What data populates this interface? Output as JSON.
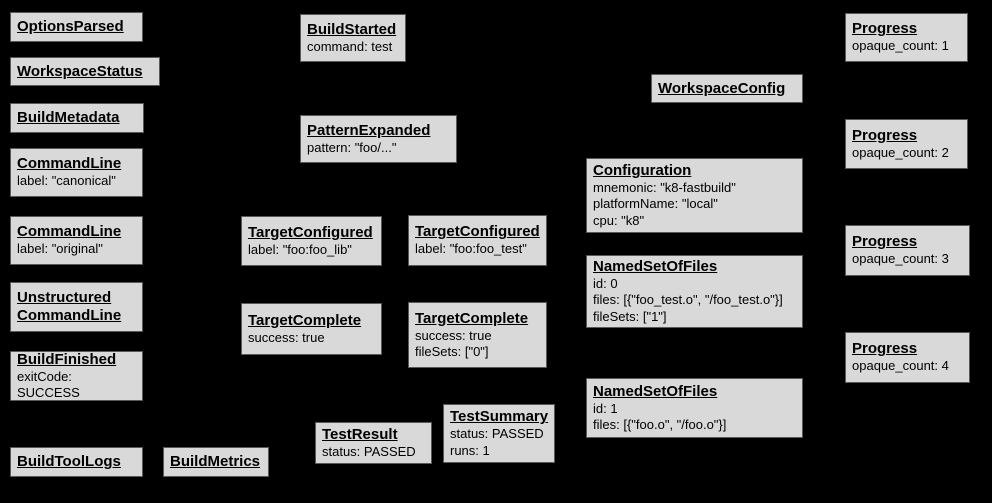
{
  "diagram": {
    "background_color": "#000000",
    "box_fill_color": "#d9d9d9",
    "box_border_color": "#595959",
    "text_color": "#000000"
  },
  "nodes": [
    {
      "title": "OptionsParsed",
      "body": ""
    },
    {
      "title": "WorkspaceStatus",
      "body": ""
    },
    {
      "title": "BuildMetadata",
      "body": ""
    },
    {
      "title": "CommandLine",
      "body": "label: \"canonical\""
    },
    {
      "title": "CommandLine",
      "body": "label: \"original\""
    },
    {
      "title": "Unstructured\nCommandLine",
      "body": ""
    },
    {
      "title": "BuildFinished",
      "body": "exitCode: SUCCESS"
    },
    {
      "title": "BuildToolLogs",
      "body": ""
    },
    {
      "title": "BuildMetrics",
      "body": ""
    },
    {
      "title": "BuildStarted",
      "body": "command: test"
    },
    {
      "title": "PatternExpanded",
      "body": "pattern: \"foo/...\""
    },
    {
      "title": "TargetConfigured",
      "body": "label: \"foo:foo_lib\""
    },
    {
      "title": "TargetConfigured",
      "body": "label: \"foo:foo_test\""
    },
    {
      "title": "TargetComplete",
      "body": "success: true"
    },
    {
      "title": "TargetComplete",
      "body": "success: true\nfileSets: [\"0\"]"
    },
    {
      "title": "TestResult",
      "body": "status: PASSED"
    },
    {
      "title": "TestSummary",
      "body": "status: PASSED\nruns: 1"
    },
    {
      "title": "WorkspaceConfig",
      "body": ""
    },
    {
      "title": "Configuration",
      "body": "mnemonic: \"k8-fastbuild\"\nplatformName: \"local\"\ncpu: \"k8\""
    },
    {
      "title": "NamedSetOfFiles",
      "body": "id: 0\nfiles: [{\"foo_test.o\", \"/foo_test.o\"}]\nfileSets: [\"1\"]"
    },
    {
      "title": "NamedSetOfFiles",
      "body": "id: 1\nfiles: [{\"foo.o\", \"/foo.o\"}]"
    },
    {
      "title": "Progress",
      "body": "opaque_count: 1"
    },
    {
      "title": "Progress",
      "body": "opaque_count: 2"
    },
    {
      "title": "Progress",
      "body": "opaque_count: 3"
    },
    {
      "title": "Progress",
      "body": "opaque_count: 4"
    }
  ]
}
